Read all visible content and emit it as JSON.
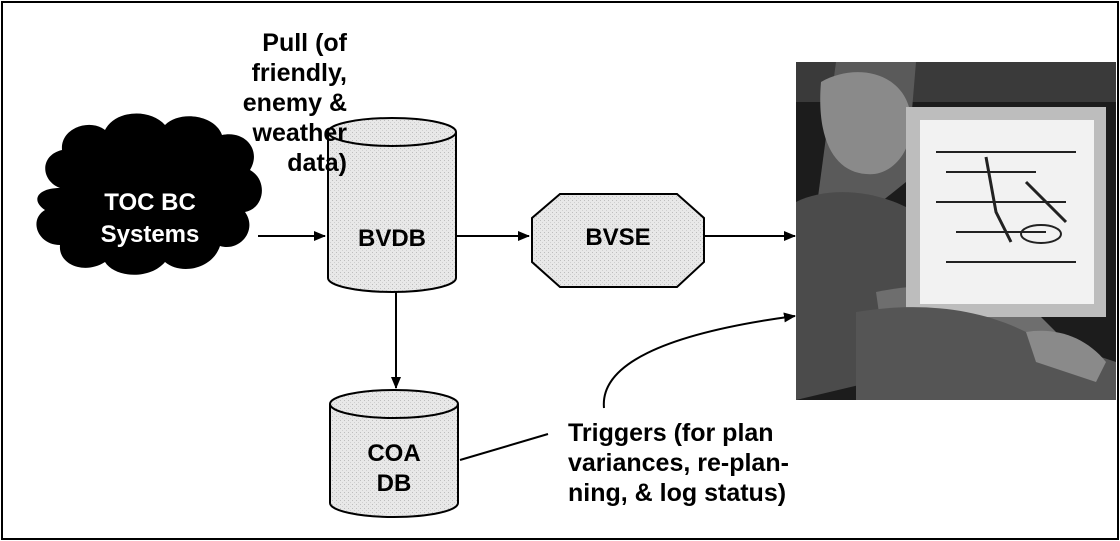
{
  "nodes": {
    "toc": {
      "line1": "TOC BC",
      "line2": "Systems"
    },
    "bvdb": {
      "label": "BVDB"
    },
    "bvse": {
      "label": "BVSE"
    },
    "coa": {
      "line1": "COA",
      "line2": "DB"
    }
  },
  "annotations": {
    "pull": [
      "Pull (of",
      "friendly,",
      "enemy &",
      "weather",
      "data)"
    ],
    "triggers": [
      "Triggers (for plan",
      "variances, re-plan-",
      "ning, & log status)"
    ]
  },
  "photo": {
    "icon": "operator-at-workstation-photo",
    "description_colors": {
      "background": "#1a1a1a",
      "screen": "#f2f2f2"
    }
  },
  "colors": {
    "node_fill": "#e6e6e6",
    "cloud_fill": "#000000",
    "stroke": "#000000"
  }
}
